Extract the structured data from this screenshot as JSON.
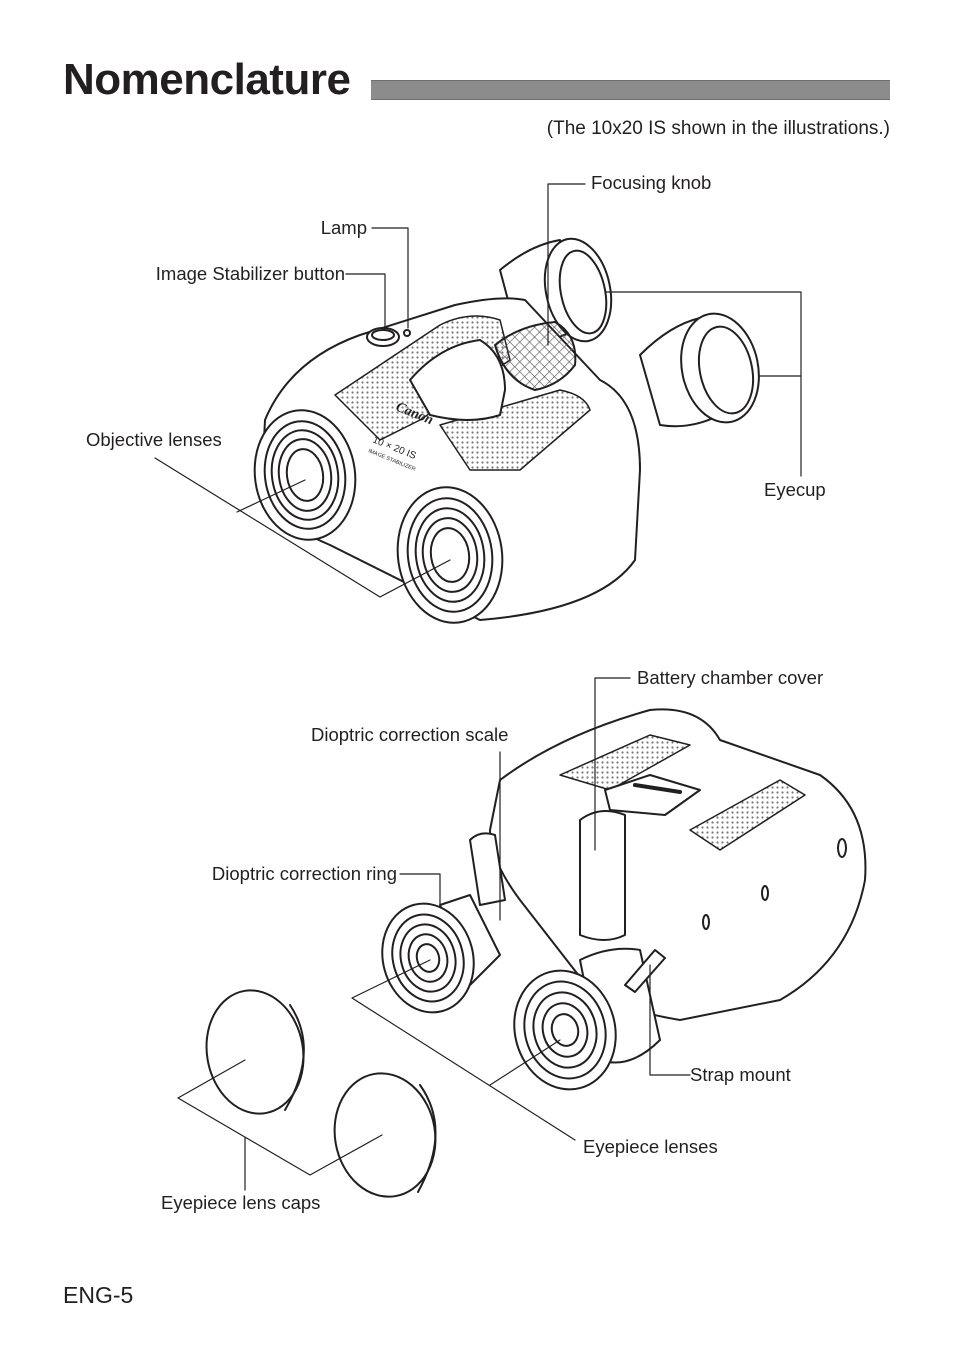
{
  "header": {
    "title": "Nomenclature",
    "subtitle": "(The 10x20 IS shown in the illustrations.)"
  },
  "figure_top": {
    "labels": {
      "focusing_knob": "Focusing knob",
      "lamp": "Lamp",
      "image_stabilizer_button": "Image Stabilizer button",
      "objective_lenses": "Objective lenses",
      "eyecup": "Eyecup"
    },
    "brand_text": "Canon",
    "model_text": "10 × 20 IS",
    "model_subtext": "IMAGE STABILIZER"
  },
  "figure_bottom": {
    "labels": {
      "battery_chamber_cover": "Battery chamber cover",
      "dioptric_correction_scale": "Dioptric correction scale",
      "dioptric_correction_ring": "Dioptric correction ring",
      "strap_mount": "Strap mount",
      "eyepiece_lenses": "Eyepiece lenses",
      "eyepiece_lens_caps": "Eyepiece lens caps"
    }
  },
  "footer": {
    "page_number": "ENG-5"
  }
}
